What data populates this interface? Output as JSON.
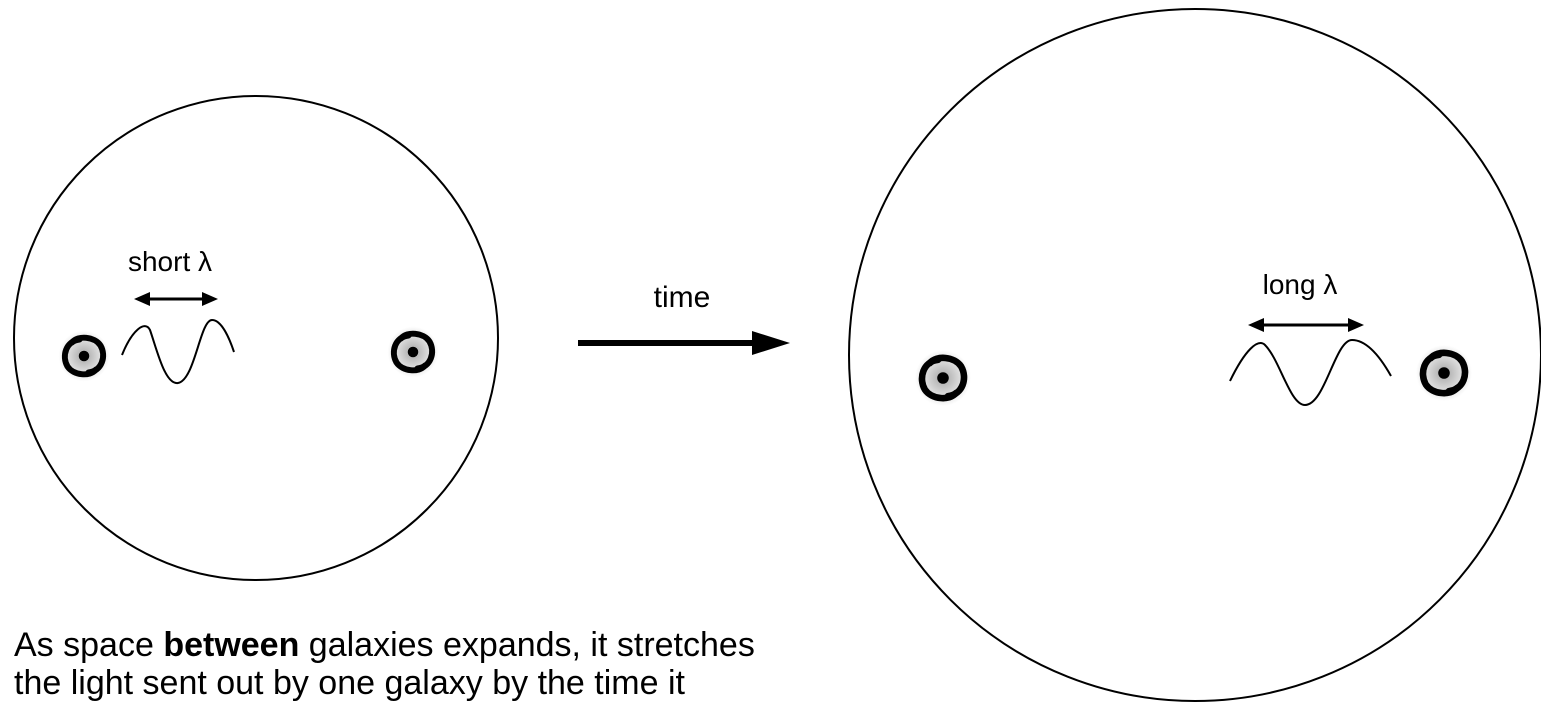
{
  "labels": {
    "left_wavelength": "short λ",
    "right_wavelength": "long λ",
    "arrow": "time"
  },
  "caption": {
    "part1": "As space ",
    "bold": "between",
    "part2": " galaxies expands, it stretches",
    "line2": "the light sent out by one galaxy by the time it"
  },
  "colors": {
    "ink": "#000000",
    "background": "#ffffff"
  },
  "icons": {
    "galaxy": "spiral-galaxy-icon",
    "arrow": "right-arrow-icon",
    "wave": "light-wave-icon"
  }
}
